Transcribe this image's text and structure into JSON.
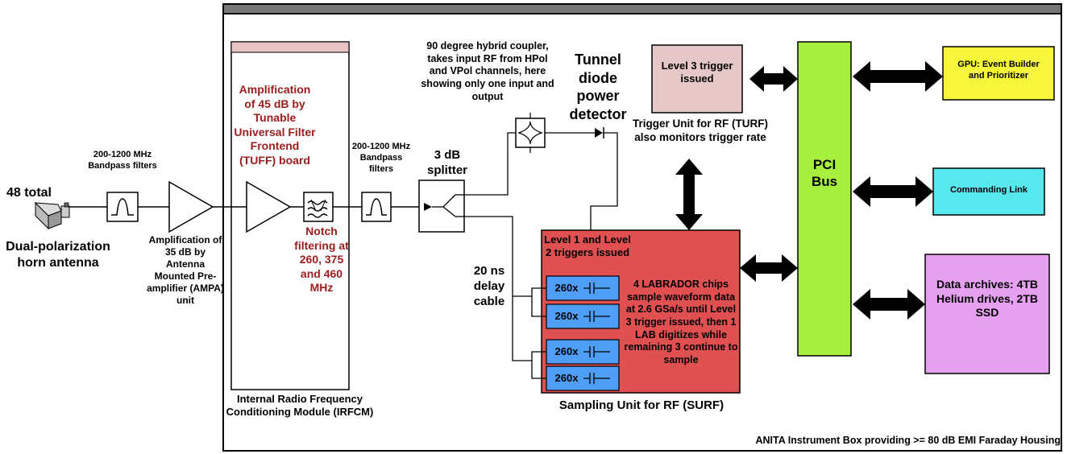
{
  "colors": {
    "tuff_red": "#9b1c1c",
    "turf_box": "#e5c7c7",
    "surf_box": "#e05050",
    "pci_bus": "#a8f040",
    "gpu_box": "#f6f63a",
    "commanding_box": "#57e8ee",
    "archives_box": "#e6a0f0",
    "lab_chip": "#4f9ef5",
    "irfcm_band": "#e8c4c4"
  },
  "antenna": {
    "count": "48 total",
    "name": "Dual-polarization horn antenna"
  },
  "filter1": {
    "label": "200-1200 MHz Bandpass filters"
  },
  "ampa": {
    "label": "Amplification of 35 dB by Antenna Mounted Pre-amplifier (AMPA) unit"
  },
  "irfcm": {
    "label": "Internal Radio Frequency Conditioning Module (IRFCM)"
  },
  "tuff": {
    "label": "Amplification of 45 dB by Tunable Universal Filter Frontend (TUFF) board"
  },
  "notch": {
    "label": "Notch filtering at 260, 375 and 460 MHz"
  },
  "filter2": {
    "label": "200-1200 MHz Bandpass filters"
  },
  "splitter": {
    "label": "3 dB splitter"
  },
  "hybrid": {
    "label": "90 degree hybrid coupler, takes input RF from HPol and VPol channels, here showing only one input and output"
  },
  "tunnel_diode": {
    "label": "Tunnel diode power detector"
  },
  "delay": {
    "label": "20 ns delay cable"
  },
  "turf": {
    "box_label": "Level 3 trigger issued",
    "caption": "Trigger Unit for RF (TURF) also monitors trigger rate"
  },
  "surf": {
    "triggers_label": "Level 1 and Level 2 triggers issued",
    "description": "4 LABRADOR chips sample waveform data at 2.6 GSa/s until Level 3 trigger issued, then 1 LAB digitizes while remaining 3 continue to sample",
    "caption": "Sampling Unit for RF (SURF)",
    "chips": [
      "260x",
      "260x",
      "260x",
      "260x"
    ]
  },
  "pci": {
    "label": "PCI Bus"
  },
  "gpu": {
    "label": "GPU: Event Builder and Prioritizer"
  },
  "commanding": {
    "label": "Commanding Link"
  },
  "archives": {
    "label": "Data archives: 4TB Helium drives, 2TB SSD"
  },
  "instrument_box": {
    "label": "ANITA Instrument Box providing >= 80 dB EMI Faraday Housing"
  }
}
